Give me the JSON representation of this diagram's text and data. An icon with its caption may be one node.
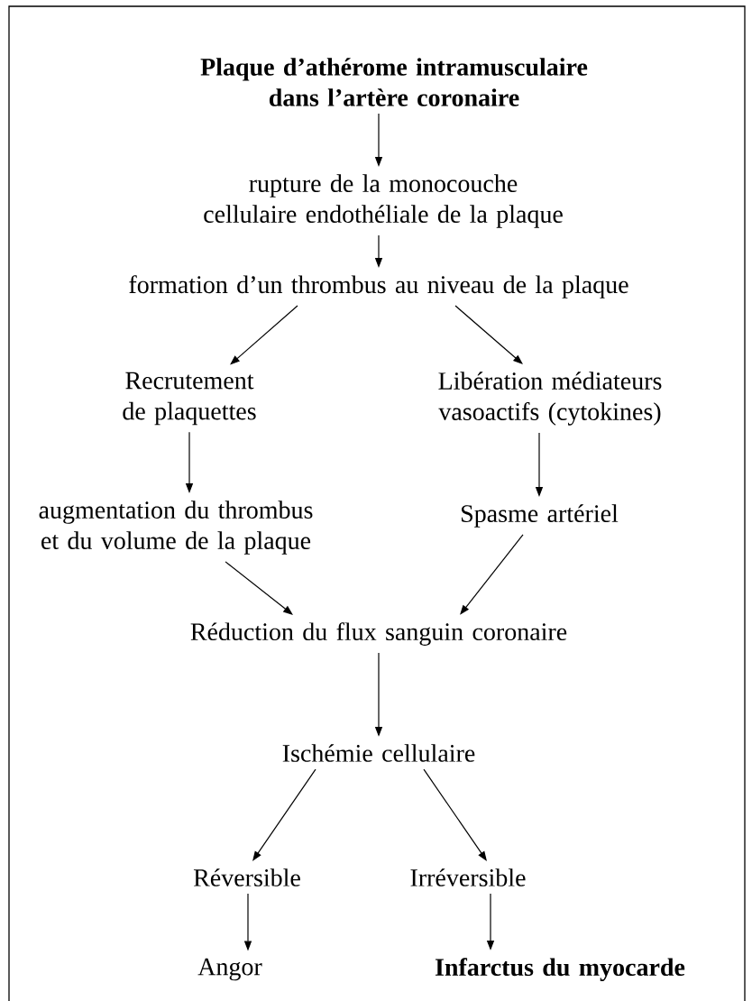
{
  "diagram": {
    "nodes": [
      {
        "text": [
          "Plaque d’athérome intramusculaire dans l’artère coronaire"
        ]
      },
      {
        "text": [
          "rupture de la monocouche cellulaire endothéliale de la plaque"
        ]
      },
      {
        "text": [
          "formation d’un thrombus au niveau de la plaque"
        ]
      },
      {
        "text": [
          "Recrutement de plaquettes"
        ]
      },
      {
        "text": [
          "Libération médiateurs vasoactifs (cytokines)"
        ]
      },
      {
        "text": [
          "augmentation du thrombus et du volume de la plaque"
        ]
      },
      {
        "text": [
          "Spasme artériel"
        ]
      },
      {
        "text": [
          "Réduction du flux sanguin coronaire"
        ]
      },
      {
        "text": [
          "Ischémie cellulaire"
        ]
      },
      {
        "text": [
          "Réversible"
        ]
      },
      {
        "text": [
          "Irréversible"
        ]
      },
      {
        "text": [
          "Angor"
        ]
      },
      {
        "text": [
          "Infarctus du myocarde"
        ]
      }
    ],
    "edges": [
      {
        "from": 0,
        "to": 1,
        "arrow": "to"
      },
      {
        "from": 1,
        "to": 2,
        "arrow": "to"
      },
      {
        "from": 2,
        "to": 3,
        "arrow": "to"
      },
      {
        "from": 2,
        "to": 4,
        "arrow": "to"
      },
      {
        "from": 3,
        "to": 5,
        "arrow": "to"
      },
      {
        "from": 4,
        "to": 6,
        "arrow": "to"
      },
      {
        "from": 5,
        "to": 7,
        "arrow": "to"
      },
      {
        "from": 6,
        "to": 7,
        "arrow": "to"
      },
      {
        "from": 7,
        "to": 8,
        "arrow": "to"
      },
      {
        "from": 8,
        "to": 9,
        "arrow": "to"
      },
      {
        "from": 8,
        "to": 10,
        "arrow": "to"
      },
      {
        "from": 9,
        "to": 11,
        "arrow": "to"
      },
      {
        "from": 10,
        "to": 12,
        "arrow": "to"
      }
    ]
  }
}
